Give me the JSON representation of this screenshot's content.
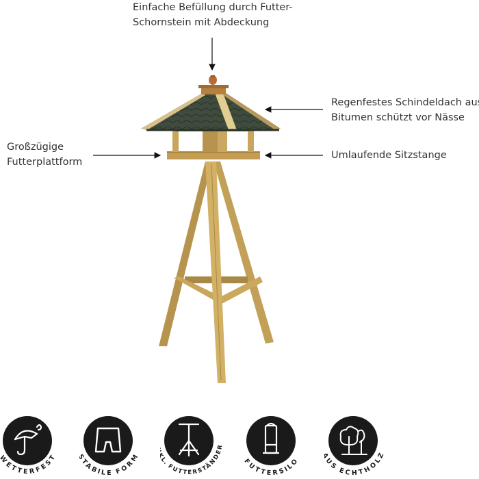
{
  "callouts": {
    "top": {
      "lines": [
        "Einfache Befüllung durch Futter-",
        "Schornstein mit Abdeckung"
      ]
    },
    "right_roof": {
      "lines": [
        "Regenfestes Schindeldach aus",
        "Bitumen schützt vor Nässe"
      ]
    },
    "left_platform": {
      "lines": [
        "Großzügige",
        "Futterplattform"
      ]
    },
    "right_perch": {
      "lines": [
        "Umlaufende Sitzstange"
      ]
    }
  },
  "badges": [
    {
      "label": "WETTERFEST",
      "icon": "umbrella-rain-icon"
    },
    {
      "label": "STABILE FORM",
      "icon": "stable-shape-icon"
    },
    {
      "label": "INKL. FUTTERSTÄNDER",
      "icon": "stand-icon"
    },
    {
      "label": "FUTTERSILO",
      "icon": "feed-silo-icon"
    },
    {
      "label": "AUS ECHTHOLZ",
      "icon": "trees-icon"
    }
  ],
  "colors": {
    "wood": "#c9a45a",
    "wood_dark": "#9c7a3a",
    "roof": "#3d4a3b",
    "badge": "#1a1a1a"
  }
}
